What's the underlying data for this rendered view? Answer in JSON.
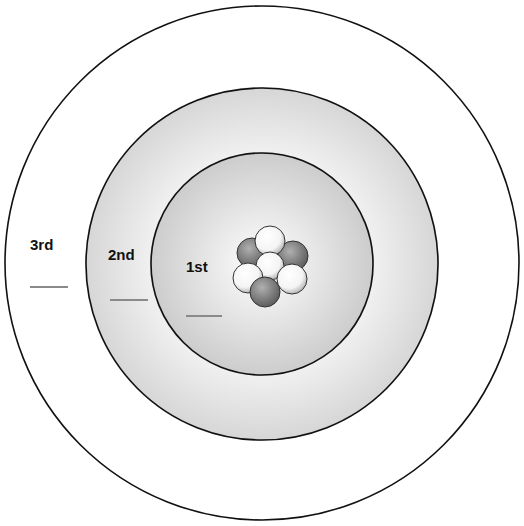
{
  "diagram": {
    "nodes": [
      {
        "text": [
          "3rd"
        ]
      },
      {
        "text": [
          "2nd"
        ],
        "in": 0
      },
      {
        "text": [
          "1st"
        ],
        "in": 1
      }
    ]
  }
}
